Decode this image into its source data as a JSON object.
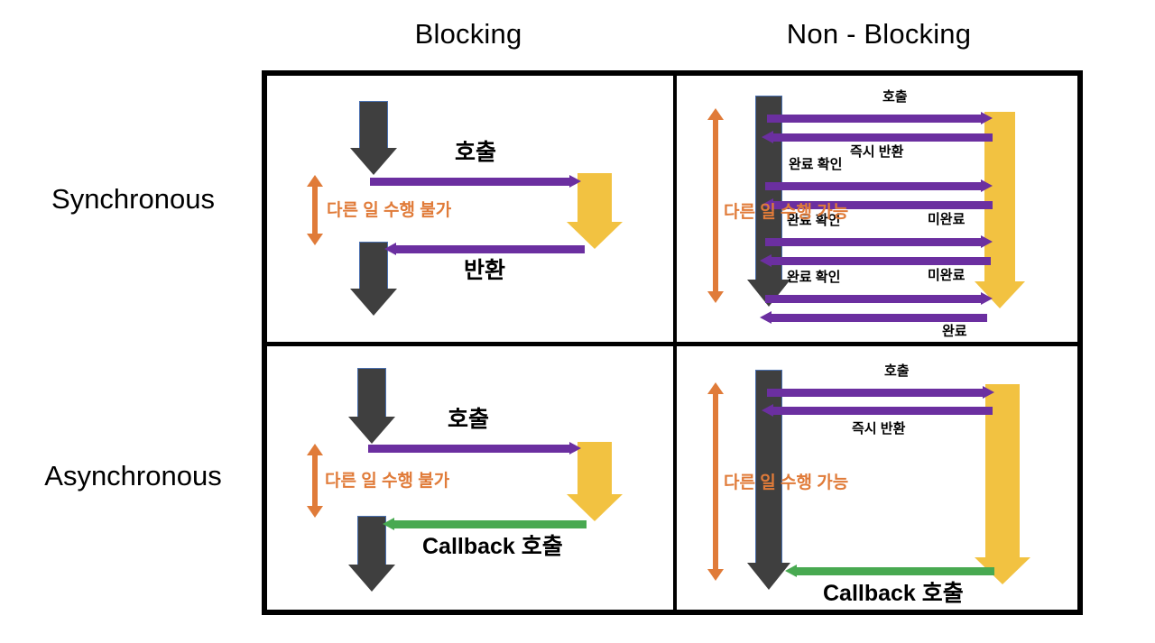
{
  "columns": [
    {
      "key": "blocking",
      "label": "Blocking"
    },
    {
      "key": "non_blocking",
      "label": "Non - Blocking"
    }
  ],
  "rows": [
    {
      "key": "synchronous",
      "label": "Synchronous"
    },
    {
      "key": "asynchronous",
      "label": "Asynchronous"
    }
  ],
  "colors": {
    "call_arrow": "#6B2FA0",
    "callback_arrow": "#48A951",
    "caller_bar": "#3F3F3F",
    "callee_bar": "#F2C241",
    "annotation": "#E07B39",
    "frame": "#000000",
    "background": "#FFFFFF"
  },
  "quadrants": {
    "sync_blocking": {
      "title": "Synchronous / Blocking",
      "annotation": "다른 일 수행 불가",
      "messages": [
        {
          "label": "호출",
          "direction": "right",
          "color": "purple"
        },
        {
          "label": "반환",
          "direction": "left",
          "color": "purple"
        }
      ]
    },
    "sync_nonblocking": {
      "title": "Synchronous / Non - Blocking",
      "annotation": "다른 일 수행 가능",
      "messages": [
        {
          "label": "호출",
          "direction": "right",
          "color": "purple"
        },
        {
          "label": "즉시 반환",
          "direction": "left",
          "color": "purple"
        },
        {
          "label": "완료 확인",
          "direction": "right",
          "color": "purple"
        },
        {
          "label": "미완료",
          "direction": "left",
          "color": "purple"
        },
        {
          "label": "완료 확인",
          "direction": "right",
          "color": "purple"
        },
        {
          "label": "미완료",
          "direction": "left",
          "color": "purple"
        },
        {
          "label": "완료 확인",
          "direction": "right",
          "color": "purple"
        },
        {
          "label": "완료",
          "direction": "left",
          "color": "purple"
        }
      ]
    },
    "async_blocking": {
      "title": "Asynchronous / Blocking",
      "annotation": "다른 일 수행 불가",
      "messages": [
        {
          "label": "호출",
          "direction": "right",
          "color": "purple"
        },
        {
          "label": "Callback 호출",
          "direction": "left",
          "color": "green"
        }
      ]
    },
    "async_nonblocking": {
      "title": "Asynchronous / Non - Blocking",
      "annotation": "다른 일 수행 가능",
      "messages": [
        {
          "label": "호출",
          "direction": "right",
          "color": "purple"
        },
        {
          "label": "즉시 반환",
          "direction": "left",
          "color": "purple"
        },
        {
          "label": "Callback 호출",
          "direction": "left",
          "color": "green"
        }
      ]
    }
  }
}
